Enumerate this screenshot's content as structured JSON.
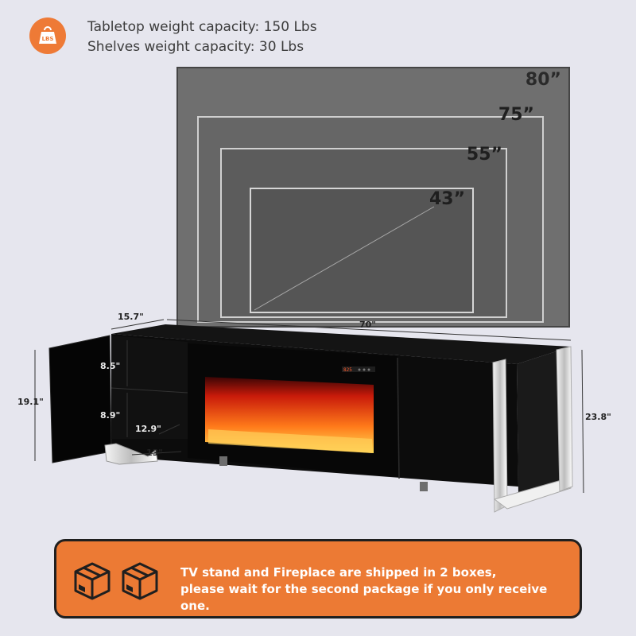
{
  "weight": {
    "icon": "weight-lbs-icon",
    "icon_label": "LBS",
    "tabletop": "Tabletop weight capacity: 150 Lbs",
    "shelves": "Shelves weight capacity: 30 Lbs"
  },
  "tv_sizes": [
    "80”",
    "75”",
    "55”",
    "43”"
  ],
  "dimensions": {
    "depth": "15.7\"",
    "width": "70\"",
    "side_height": "19.1\"",
    "total_height": "23.8\"",
    "shelf_upper": "8.5\"",
    "shelf_lower": "8.9\"",
    "shelf_depth": "12.9\"",
    "shelf_width": "13\""
  },
  "banner": {
    "line1": "TV stand and Fireplace are shipped in 2 boxes,",
    "line2": "please wait for the second package if you only receive one.",
    "icon": "shipping-box-icon"
  },
  "colors": {
    "accent": "#ec7a34",
    "background": "#e6e6ee",
    "cabinet": "#0c0c0c"
  }
}
